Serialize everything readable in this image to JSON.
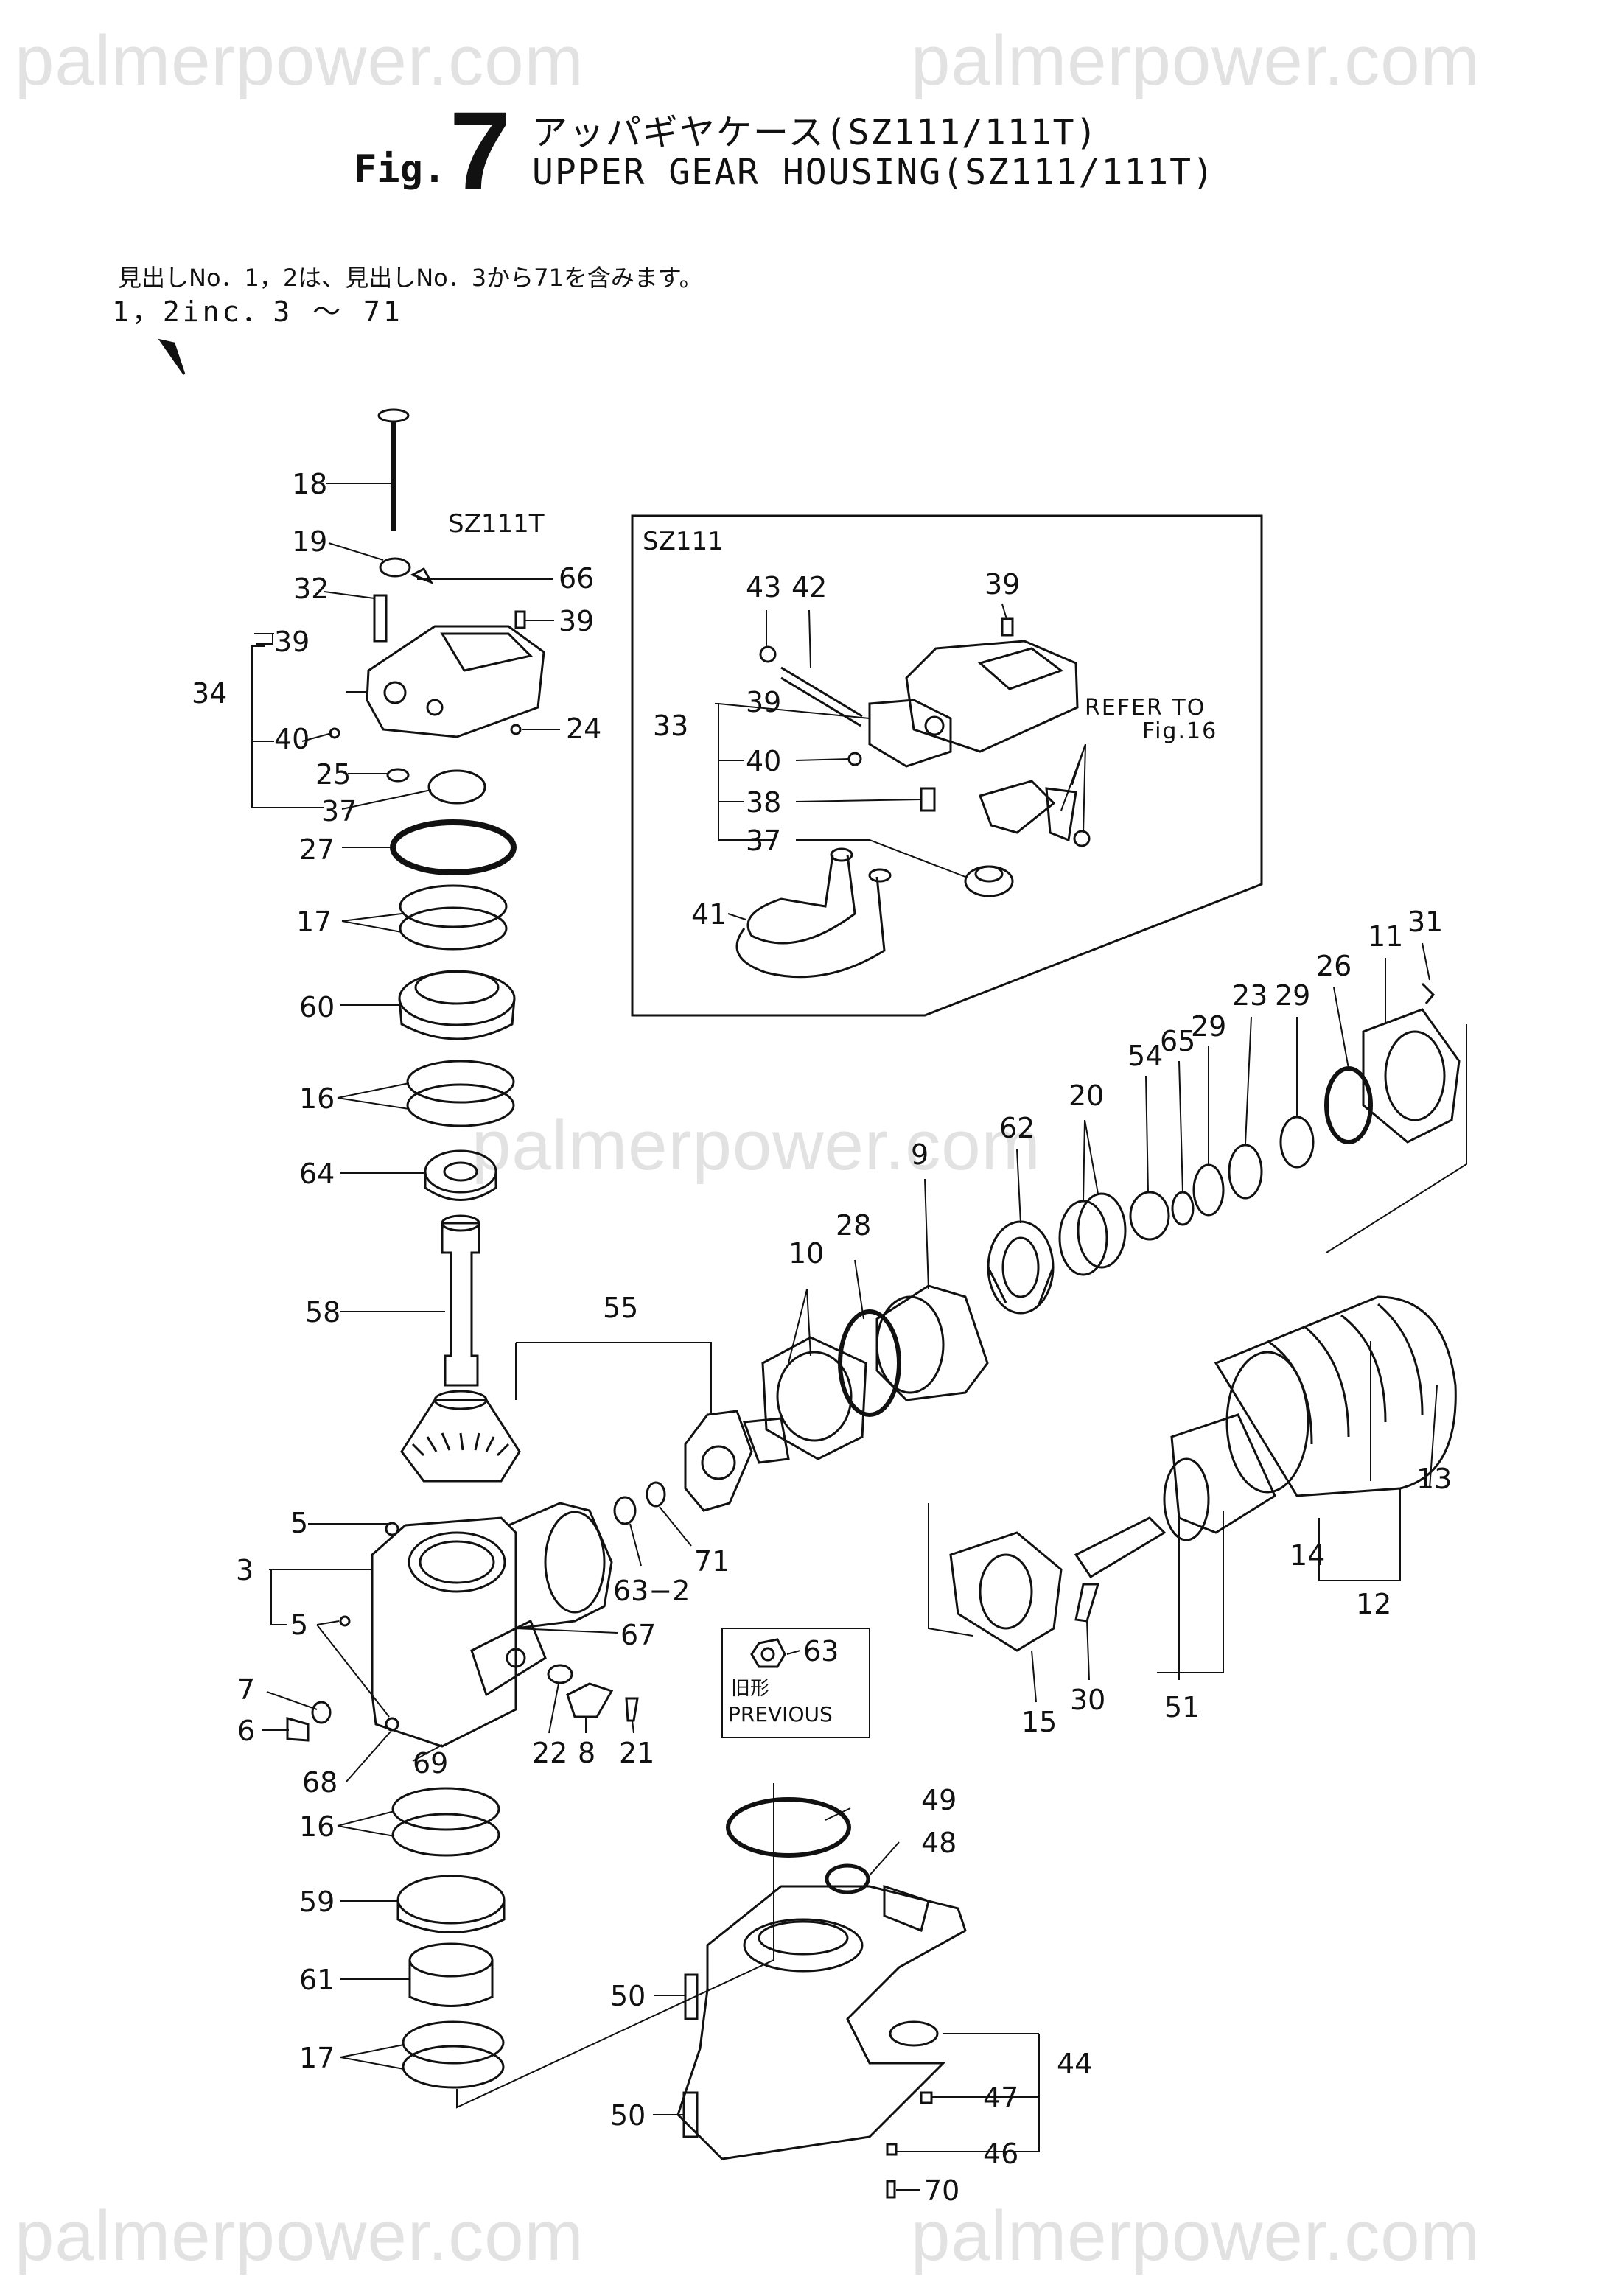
{
  "watermark": {
    "text": "palmerpower.com"
  },
  "header": {
    "fig_word": "Fig.",
    "fig_number": "7",
    "title_jp": "アッパギヤケース(SZ111/111T)",
    "title_en": "UPPER GEAR HOUSING(SZ111/111T)",
    "note_jp": "見出しNo．1，2は、見出しNo．3から71を含みます。",
    "note_en": "1，2inc．3 ～ 71"
  },
  "diagram": {
    "variant_sz111t": "SZ111T",
    "variant_sz111": "SZ111",
    "refer_line1": "REFER TO",
    "refer_line2": "Fig.16",
    "previous_jp": "旧形",
    "previous_en": "PREVIOUS"
  },
  "callouts": {
    "c18": "18",
    "c19": "19",
    "c66": "66",
    "c32": "32",
    "c39a": "39",
    "c39b": "39",
    "c34": "34",
    "c40a": "40",
    "c24": "24",
    "c25": "25",
    "c37a": "37",
    "c27": "27",
    "c17a": "17",
    "c60": "60",
    "c16a": "16",
    "c64": "64",
    "c58": "58",
    "c55": "55",
    "c5a": "5",
    "c3": "3",
    "c5b": "5",
    "c7": "7",
    "c6": "6",
    "c68": "68",
    "c69": "69",
    "c16b": "16",
    "c59": "59",
    "c61": "61",
    "c17b": "17",
    "c43": "43",
    "c42": "42",
    "c39c": "39",
    "c33": "33",
    "c39d": "39",
    "c40b": "40",
    "c38": "38",
    "c37b": "37",
    "c41": "41",
    "c10": "10",
    "c28": "28",
    "c9": "9",
    "c62": "62",
    "c20": "20",
    "c54": "54",
    "c65": "65",
    "c29a": "29",
    "c23": "23",
    "c29b": "29",
    "c26": "26",
    "c11": "11",
    "c31": "31",
    "c63_2": "63−2",
    "c71": "71",
    "c63": "63",
    "c67": "67",
    "c22": "22",
    "c8": "8",
    "c21": "21",
    "c15": "15",
    "c30": "30",
    "c51": "51",
    "c14": "14",
    "c12": "12",
    "c13": "13",
    "c49": "49",
    "c48": "48",
    "c50a": "50",
    "c50b": "50",
    "c44": "44",
    "c47": "47",
    "c46": "46",
    "c70": "70"
  },
  "colors": {
    "ink": "#111111",
    "watermark": "#e2e2e2",
    "paper": "#ffffff"
  }
}
